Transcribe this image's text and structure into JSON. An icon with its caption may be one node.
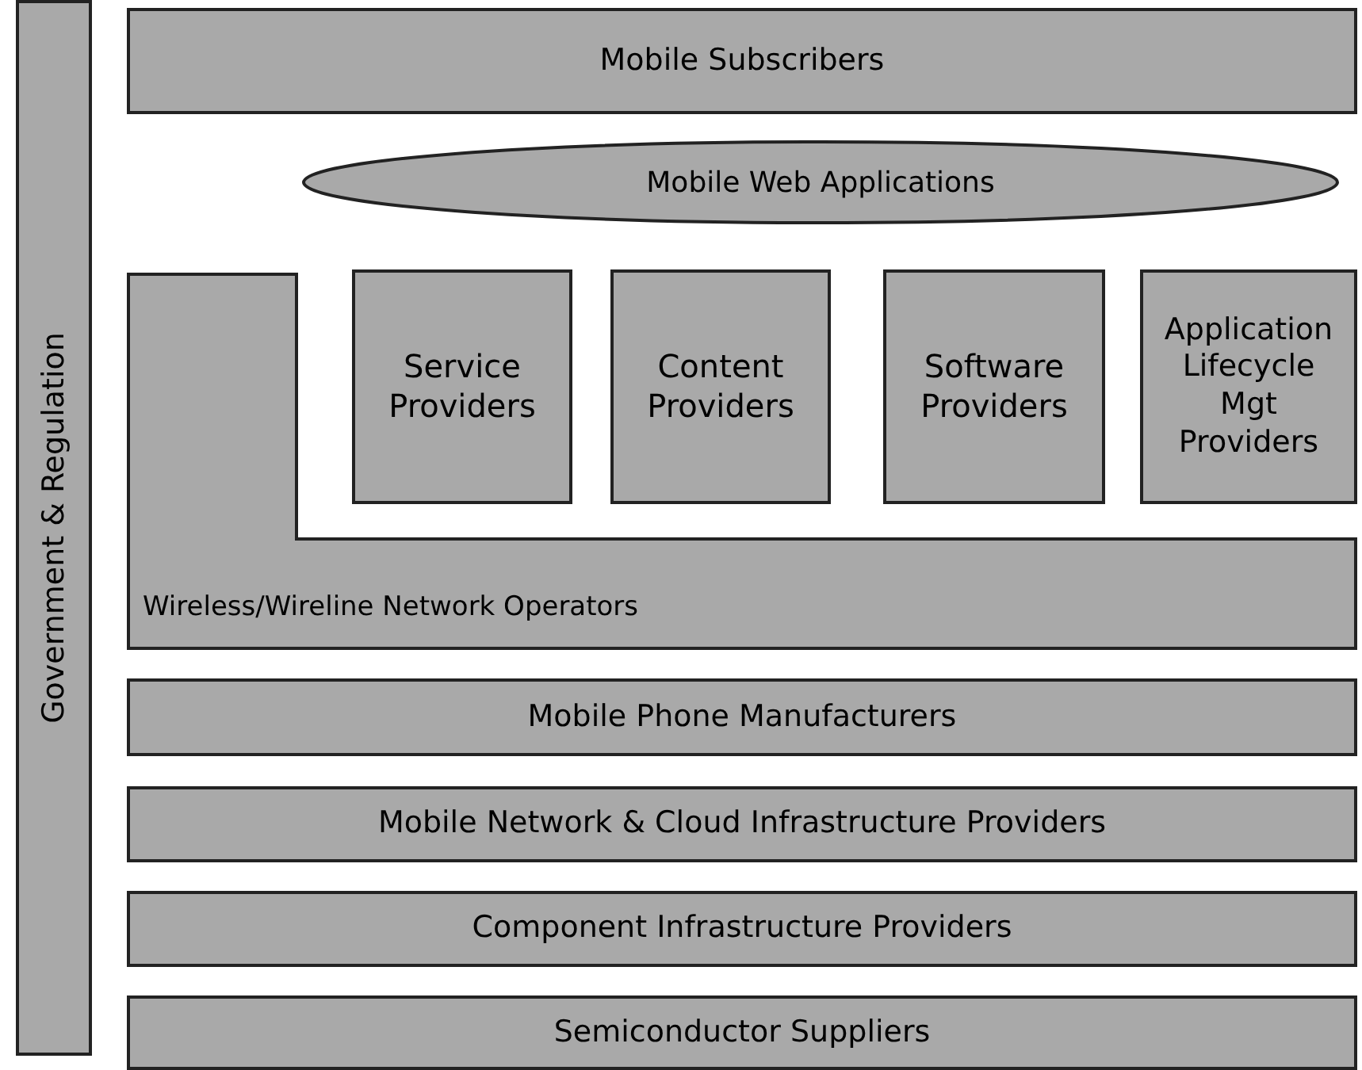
{
  "diagram": {
    "nodes": [
      {
        "text": [
          "Government & Regulation"
        ]
      },
      {
        "text": [
          "Mobile Subscribers"
        ]
      },
      {
        "text": [
          "Mobile Web Applications"
        ]
      },
      {
        "text": [
          "Service Providers"
        ]
      },
      {
        "text": [
          "Content Providers"
        ]
      },
      {
        "text": [
          "Software Providers"
        ]
      },
      {
        "text": [
          "Application Lifecycle Mgt Providers"
        ]
      },
      {
        "text": [
          "Wireless/Wireline Network Operators"
        ]
      },
      {
        "text": [
          "Mobile Phone Manufacturers"
        ]
      },
      {
        "text": [
          "Mobile Network & Cloud Infrastructure Providers"
        ]
      },
      {
        "text": [
          "Component Infrastructure Providers"
        ]
      },
      {
        "text": [
          "Semiconductor Suppliers"
        ]
      }
    ]
  }
}
